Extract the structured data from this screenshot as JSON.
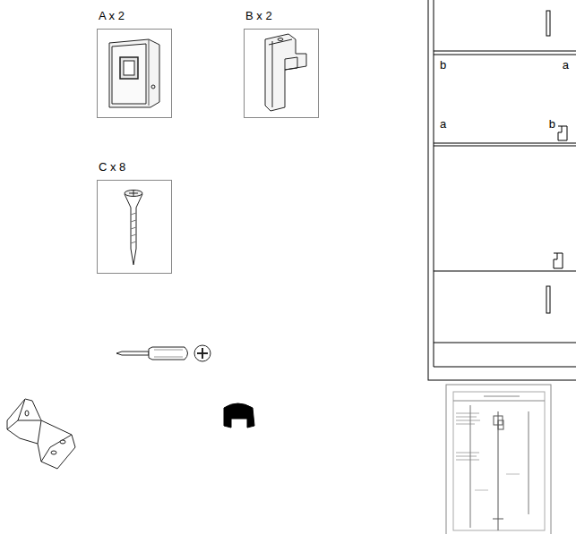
{
  "diagram": {
    "nodes": [
      {
        "text": [
          "A x 2"
        ]
      },
      {
        "text": [
          "B x 2"
        ]
      },
      {
        "text": [
          "b",
          "a",
          "a",
          "b"
        ]
      },
      {
        "text": [
          "C x 8"
        ]
      }
    ]
  }
}
